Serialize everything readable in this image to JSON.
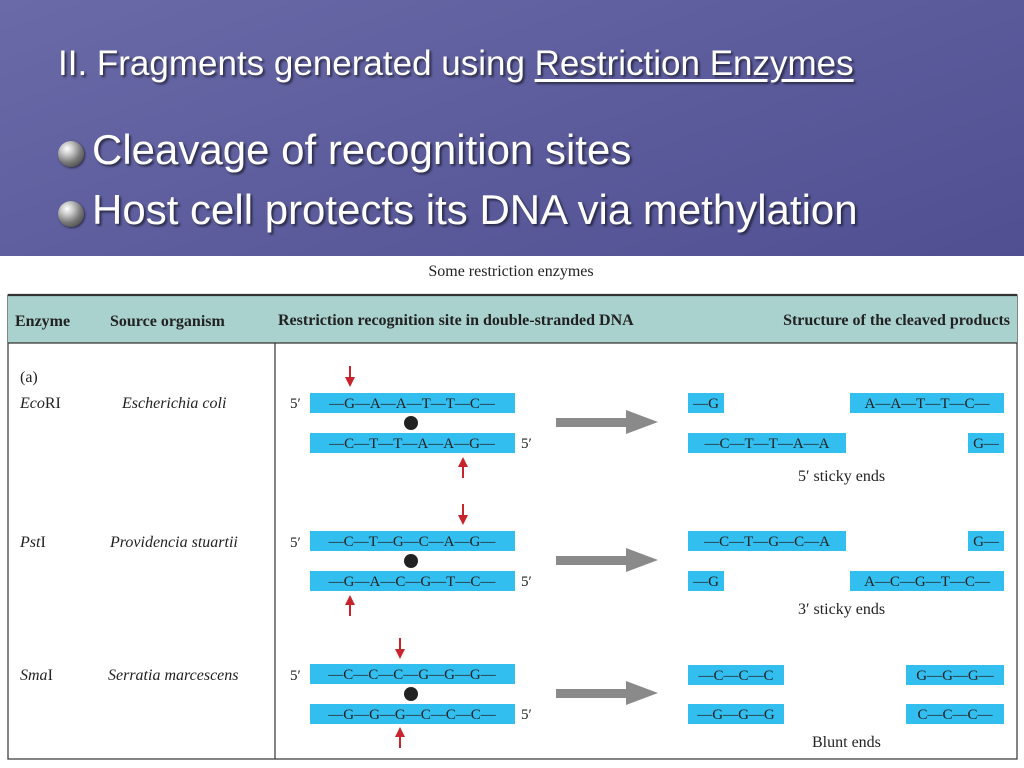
{
  "slide": {
    "title_prefix": "II. Fragments generated using ",
    "title_link": "Restriction Enzymes",
    "bullets": [
      "Cleavage of recognition sites",
      "Host cell protects its DNA via methylation"
    ]
  },
  "figure": {
    "caption": "Some restriction enzymes",
    "headers": {
      "enzyme": "Enzyme",
      "source": "Source organism",
      "site": "Restriction recognition site in double-stranded DNA",
      "products": "Structure of the cleaved products"
    },
    "section_label": "(a)",
    "prime_label": "5′",
    "rows": [
      {
        "enzyme_italic": "Eco",
        "enzyme_roman": "RI",
        "source": "Escherichia coli",
        "top_strand": "—G—A—A—T—T—C—",
        "bottom_strand": "—C—T—T—A—A—G—",
        "prod_top_left": "—G",
        "prod_top_right": "A—A—T—T—C—",
        "prod_bot_left": "—C—T—T—A—A",
        "prod_bot_right": "G—",
        "end_type": "5′  sticky ends"
      },
      {
        "enzyme_italic": "Pst",
        "enzyme_roman": "I",
        "source": "Providencia stuartii",
        "top_strand": "—C—T—G—C—A—G—",
        "bottom_strand": "—G—A—C—G—T—C—",
        "prod_top_left": "—C—T—G—C—A",
        "prod_top_right": "G—",
        "prod_bot_left": "—G",
        "prod_bot_right": "A—C—G—T—C—",
        "end_type": "3′  sticky ends"
      },
      {
        "enzyme_italic": "Sma",
        "enzyme_roman": "I",
        "source": "Serratia marcescens",
        "top_strand": "—C—C—C—G—G—G—",
        "bottom_strand": "—G—G—G—C—C—C—",
        "prod_top_left": "—C—C—C",
        "prod_top_right": "G—G—G—",
        "prod_bot_left": "—G—G—G",
        "prod_bot_right": "C—C—C—",
        "end_type": "Blunt ends"
      }
    ]
  },
  "colors": {
    "strand_fill": "#33bef0",
    "header_fill": "#a9d2ce",
    "cut_arrow": "#c8242c",
    "big_arrow": "#8a8a8a"
  }
}
